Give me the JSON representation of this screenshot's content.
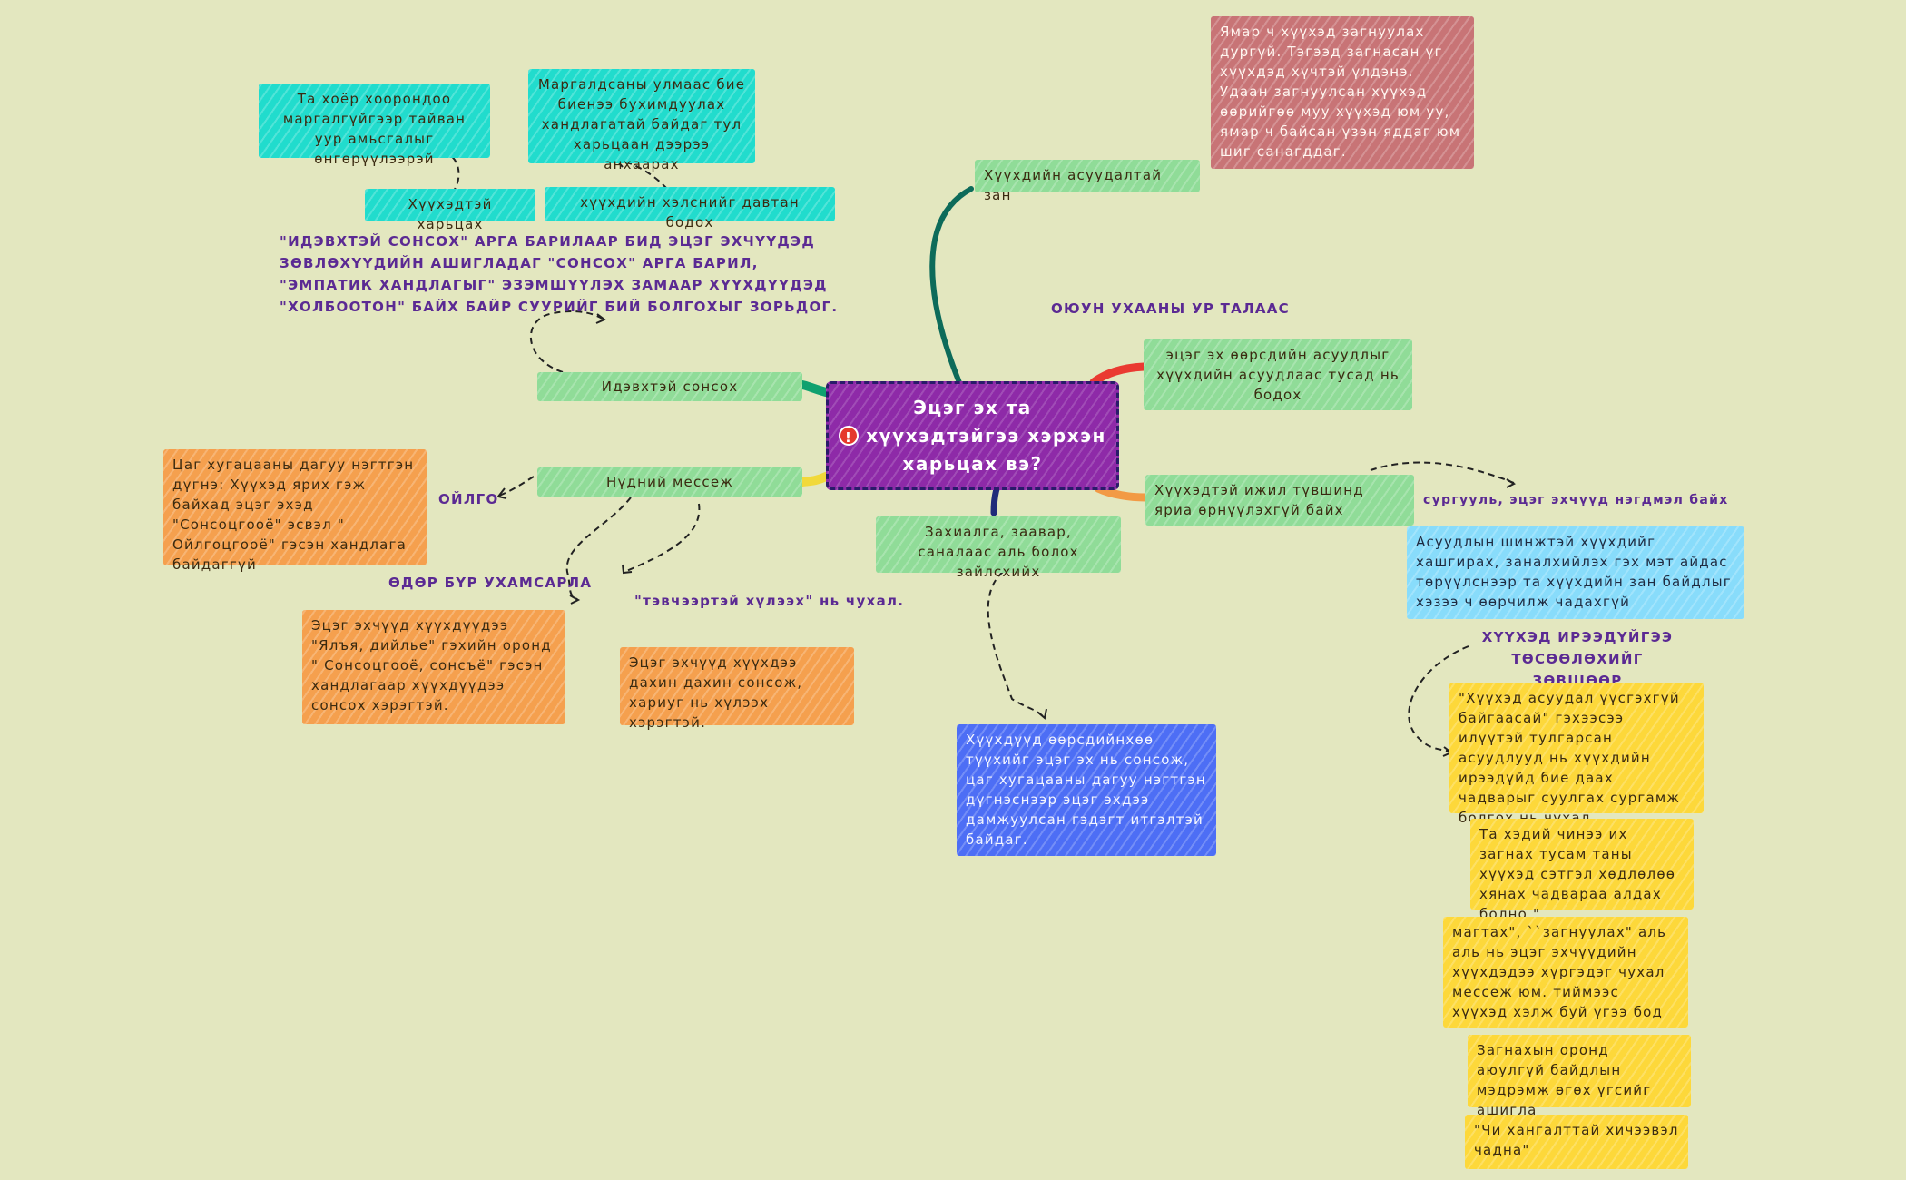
{
  "colors": {
    "background": "#e3e7bf",
    "center": "#8e2aa8",
    "cyan": "#21dccd",
    "green": "#90dc98",
    "orange": "#f5a04e",
    "red": "#c87476",
    "blue": "#4d6ef5",
    "lightblue": "#88dcfb",
    "yellow": "#fdd83a",
    "purple_text": "#5b2a93"
  },
  "center": {
    "line1": "Эцэг эх та",
    "line2": "хүүхэдтэйгээ хэрхэн",
    "line3": "харьцах вэ?",
    "icon": "exclamation-circle-icon"
  },
  "branches": {
    "active_listening": "Идэвхтэй сонсох",
    "eye_message": "Нүдний мессеж",
    "safe_way": "Хүүхдийн асуудалтай зан",
    "separate_problem": "эцэг эх өөрсдийн асуудлыг хүүхдийн асуудлаас тусад нь бодох",
    "talk_level": "Хүүхэдтэй ижил түвшинд яриа өрнүүлэхгүй байх",
    "orders": "Захиалга, заавар, саналаас аль болох зайлсхийх"
  },
  "cyan_nodes": {
    "talk_with_child": "Хүүхэдтэй харьцах",
    "repeat_words": "хүүхдийн хэлснийг давтан бодох",
    "peaceful": "Та хоёр хоорондоо маргалгүйгээр тайван уур амьсгалыг өнгөрүүлээрэй",
    "argue": "Маргалдсаны улмаас бие биенээ бухимдуулах хандлагатай байдаг тул харьцаан дээрээ анхаарах"
  },
  "purple_texts": {
    "active_heading": "\"ИДЭВХТЭЙ СОНСОХ\" АРГА БАРИЛААР БИД ЭЦЭГ ЭХЧҮҮДЭД ЗӨВЛӨХҮҮДИЙН АШИГЛАДАГ \"СОНСОХ\" АРГА БАРИЛ, \"ЭМПАТИК ХАНДЛАГЫГ\" ЭЗЭМШҮҮЛЭХ ЗАМААР ХҮҮХДҮҮДЭД \"ХОЛБООТОН\" БАЙХ БАЙР СУУРИЙГ БИЙ БОЛГОХЫГ ЗОРЬДОГ.",
    "oilgo": "ОЙЛГО",
    "daily": "ӨДӨР БҮР УХАМСАРЛА",
    "patient": "\"тэвчээртэй хүлээх\" нь чухал.",
    "mental": "ОЮУН УХААНЫ УР ТАЛААС",
    "school": "сургууль, эцэг эхчүүд нэгдмэл байх",
    "imagine": "ХҮҮХЭД ИРЭЭДҮЙГЭЭ ТӨСӨӨЛӨХИЙГ ЗӨВШӨӨР"
  },
  "orange_nodes": {
    "time": "Цаг хугацааны дагуу нэгтгэн дүгнэ: Хүүхэд ярих гэж байхад эцэг эхэд \"Сонсоцгооё\" эсвэл \" Ойлгоцгооё\" гэсэн хандлага байдаггүй",
    "say": "Эцэг эхчүүд хүүхдүүдээ \"Ялъя, дийлье\" гэхийн оронд \" Сонсоцгооё, сонсъё\" гэсэн хандлагаар хүүхдүүдээ сонсох хэрэгтэй.",
    "wait": "Эцэг эхчүүд хүүхдээ дахин дахин сонсож, хариуг нь хүлээх хэрэгтэй."
  },
  "red_node": "Ямар ч хүүхэд загнуулах дургүй. Тэгээд загнасан үг хүүхдэд хүчтэй үлдэнэ. Удаан загнуулсан хүүхэд өөрийгөө муу хүүхэд юм уу, ямар ч байсан үзэн яддаг юм шиг санагддаг.",
  "blue_node": "Хүүхдүүд өөрсдийнхөө түүхийг эцэг эх нь сонсож, цаг хугацааны дагуу нэгтгэн дүгнэснээр эцэг эхдээ дамжуулсан гэдэгт итгэлтэй байдаг.",
  "lightblue_node": "Асуудлын шинжтэй хүүхдийг хашгирах, заналхийлэх гэх мэт айдас төрүүлснээр та хүүхдийн зан байдлыг хэзээ ч өөрчилж чадахгүй",
  "yellow_nodes": {
    "y1": "\"Хүүхэд асуудал үүсгэхгүй байгаасай\" гэхээсээ илүүтэй тулгарсан асуудлууд нь хүүхдийн ирээдүйд бие даах чадварыг суулгах сургамж болгох нь чухал.",
    "y2": "Та хэдий чинээ их загнах тусам таны хүүхэд сэтгэл хөдлөлөө хянах чадвараа алдах болно.\"",
    "y3": "магтах\", ``загнуулах\" аль аль нь эцэг эхчүүдийн хүүхдэдээ хүргэдэг чухал мессеж юм. тиймээс хүүхэд хэлж буй үгээ бод",
    "y4": "Загнахын оронд аюулгүй байдлын мэдрэмж өгөх үгсийг ашигла",
    "y5": "\"Чи хангалттай хичээвэл чадна\""
  }
}
